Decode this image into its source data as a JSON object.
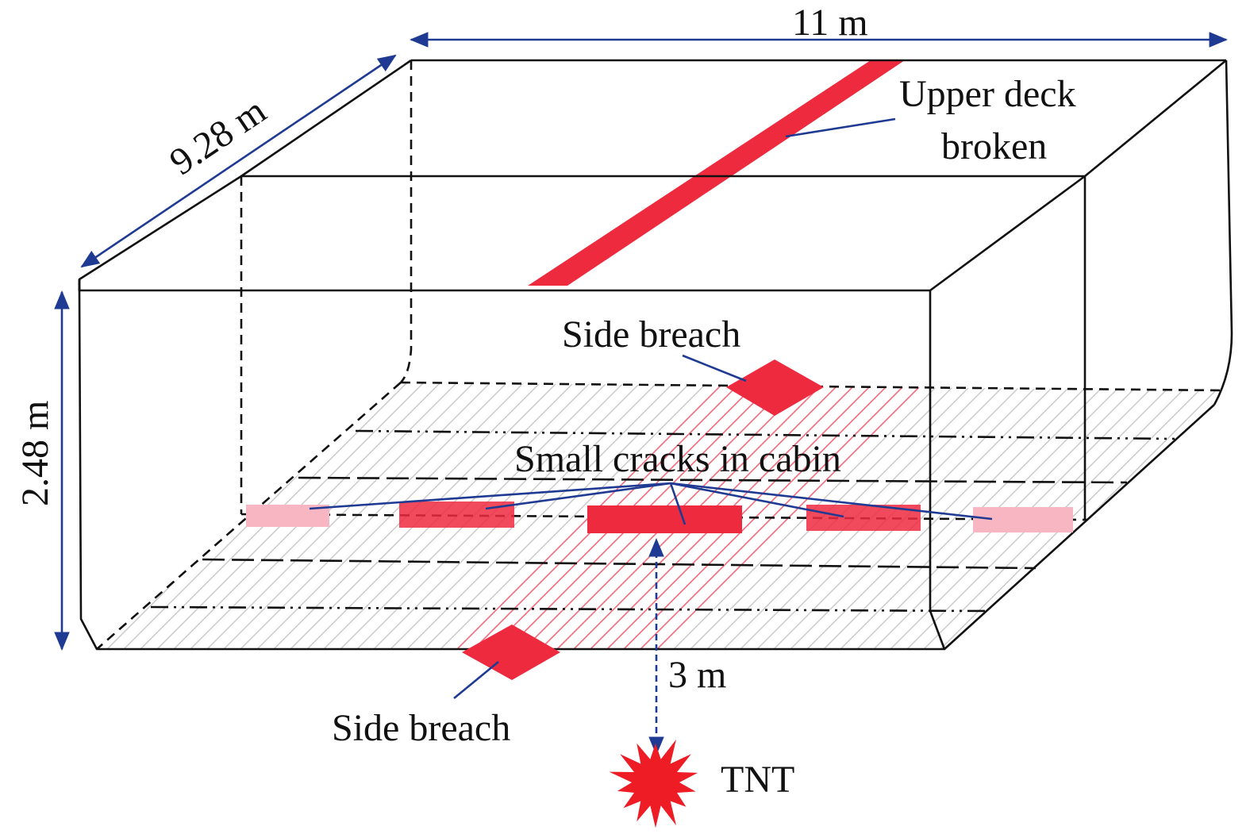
{
  "colors": {
    "damage": "#ee2a3f",
    "damage_light": "#f7b6c1",
    "dimension": "#1f3a93",
    "tnt": "#ee1c25",
    "hatch_gray": "#c8c8c8",
    "hatch_red": "#f06a7a"
  },
  "dimensions": {
    "length": "11 m",
    "width": "9.28 m",
    "height": "2.48 m",
    "standoff": "3 m"
  },
  "labels": {
    "upper_deck_line1": "Upper deck",
    "upper_deck_line2": "broken",
    "side_breach_top": "Side breach",
    "side_breach_bottom": "Side breach",
    "small_cracks": "Small cracks in cabin",
    "tnt": "TNT"
  },
  "icons": {
    "explosion": "explosion-star-icon"
  }
}
